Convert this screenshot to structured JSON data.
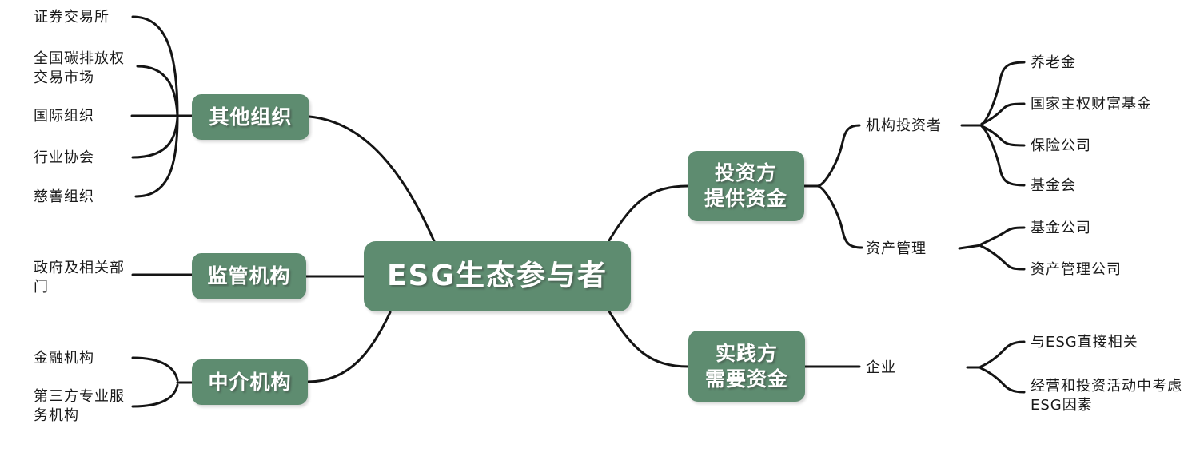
{
  "root": {
    "label": "ESG生态参与者"
  },
  "left_branches": [
    {
      "label": "其他组织",
      "children": [
        {
          "label": "证券交易所"
        },
        {
          "label": "全国碳排放权\n交易市场"
        },
        {
          "label": "国际组织"
        },
        {
          "label": "行业协会"
        },
        {
          "label": "慈善组织"
        }
      ]
    },
    {
      "label": "监管机构",
      "children": [
        {
          "label": "政府及相关部\n门"
        }
      ]
    },
    {
      "label": "中介机构",
      "children": [
        {
          "label": "金融机构"
        },
        {
          "label": "第三方专业服\n务机构"
        }
      ]
    }
  ],
  "right_branches": [
    {
      "label": "投资方\n提供资金",
      "children": [
        {
          "label": "机构投资者",
          "children": [
            {
              "label": "养老金"
            },
            {
              "label": "国家主权财富基金"
            },
            {
              "label": "保险公司"
            },
            {
              "label": "基金会"
            }
          ]
        },
        {
          "label": "资产管理",
          "children": [
            {
              "label": "基金公司"
            },
            {
              "label": "资产管理公司"
            }
          ]
        }
      ]
    },
    {
      "label": "实践方\n需要资金",
      "children": [
        {
          "label": "企业",
          "children": [
            {
              "label": "与ESG直接相关"
            },
            {
              "label": "经营和投资活动中考虑\nESG因素"
            }
          ]
        }
      ]
    }
  ],
  "colors": {
    "node_fill": "#5e8c70",
    "node_text": "#ffffff",
    "connector": "#141414",
    "label_text": "#1a1a1a",
    "background": "#ffffff"
  }
}
